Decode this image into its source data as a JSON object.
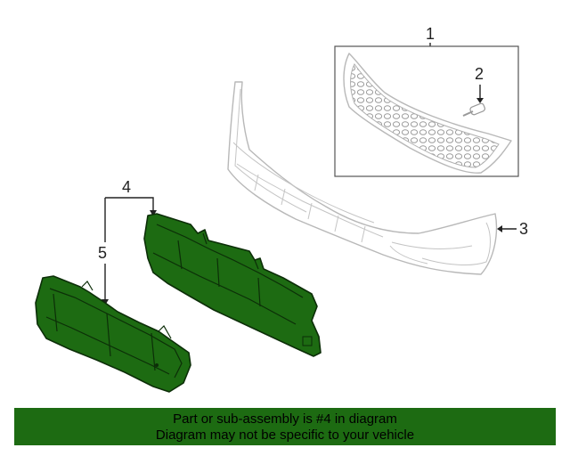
{
  "callouts": {
    "c1": "1",
    "c2": "2",
    "c3": "3",
    "c4": "4",
    "c5": "5"
  },
  "banner": {
    "line1": "Part or sub-assembly is #4 in diagram",
    "line2": "Diagram may not be specific to your vehicle"
  },
  "colors": {
    "highlight": "#1d6b12",
    "banner_bg": "#1d6b12"
  }
}
